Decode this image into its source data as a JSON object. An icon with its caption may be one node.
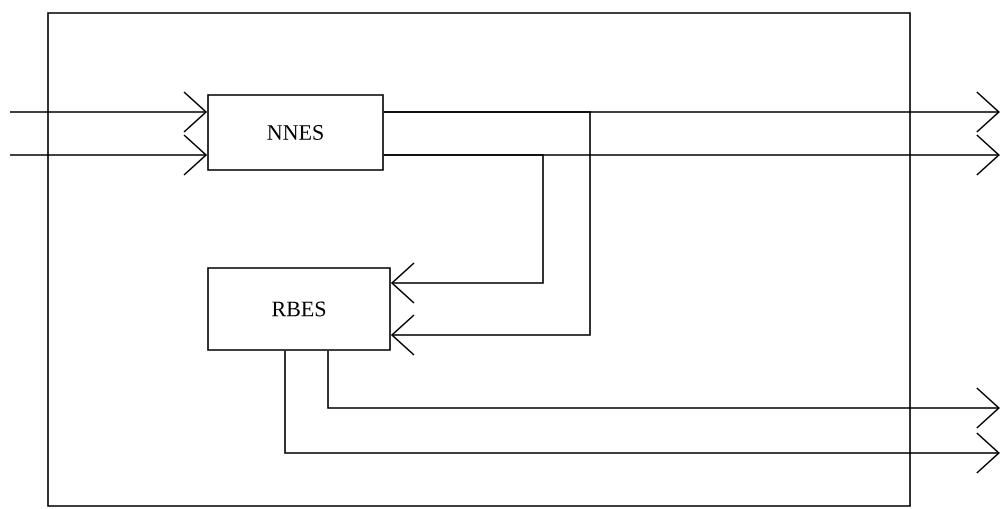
{
  "diagram": {
    "nodes": [
      {
        "text": [],
        "shape": "box"
      },
      {
        "text": [
          "NNES"
        ],
        "in": 0
      },
      {
        "text": [
          "RBES"
        ],
        "in": 0
      }
    ],
    "edges": [
      {
        "from": null,
        "to": 1,
        "arrow": "to"
      },
      {
        "from": null,
        "to": 1,
        "arrow": "to"
      },
      {
        "from": 1,
        "to": null,
        "arrow": "to"
      },
      {
        "from": 1,
        "to": 2,
        "arrow": "to"
      },
      {
        "from": 1,
        "to": null,
        "arrow": "to"
      },
      {
        "from": 1,
        "to": 2,
        "arrow": "to"
      },
      {
        "from": 2,
        "to": null,
        "arrow": "to"
      },
      {
        "from": 2,
        "to": null,
        "arrow": "to"
      }
    ]
  }
}
